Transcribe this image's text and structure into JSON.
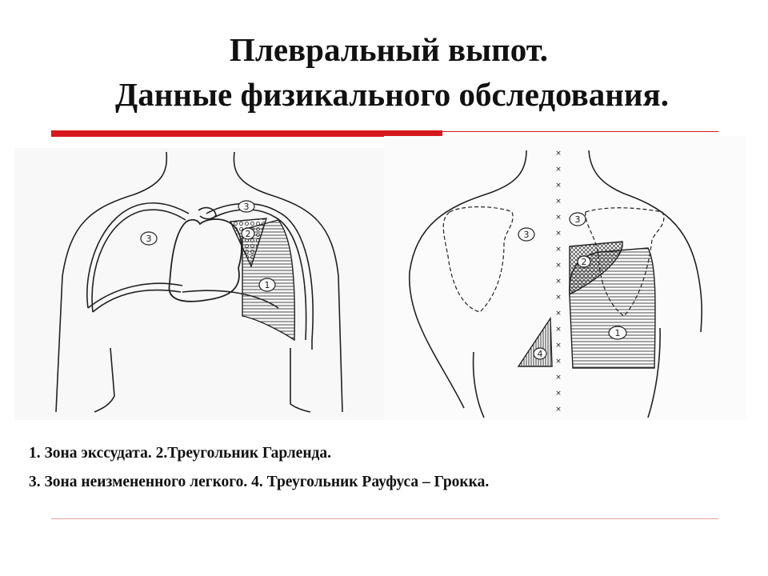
{
  "slide": {
    "title_line1": "Плевральный выпот.",
    "title_line2": "Данные физикального обследования.",
    "caption_line1": "1.  Зона экссудата. 2.Треугольник Гарленда.",
    "caption_line2": "3. Зона неизмененного легкого.  4. Треугольник Рауфуса – Грокка."
  },
  "figures": {
    "front_labels": [
      "3",
      "3",
      "2",
      "1"
    ],
    "back_labels": [
      "3",
      "3",
      "2",
      "1",
      "4"
    ]
  },
  "colors": {
    "accent_red": "#d6181c",
    "ink": "#111111"
  }
}
